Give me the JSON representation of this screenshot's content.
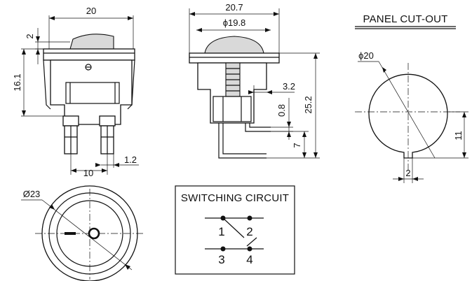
{
  "front_view": {
    "dim_width": "20",
    "dim_top": "2",
    "dim_height": "16.1",
    "dim_pin_pitch": "10",
    "dim_pin_width": "1.2"
  },
  "side_view": {
    "dim_flange": "20.7",
    "dim_dome": "ϕ19.8",
    "dim_gap": "3.2",
    "dim_thickness": "0.8",
    "dim_total_height": "25.2",
    "dim_terminal": "7"
  },
  "panel_cutout": {
    "title": "PANEL CUT-OUT",
    "dim_diameter": "ϕ20",
    "dim_height": "11",
    "dim_key": "2"
  },
  "top_view": {
    "dim_diameter": "Ø23"
  },
  "switching_circuit": {
    "title": "SWITCHING CIRCUIT",
    "pins": [
      "1",
      "2",
      "3",
      "4"
    ]
  }
}
